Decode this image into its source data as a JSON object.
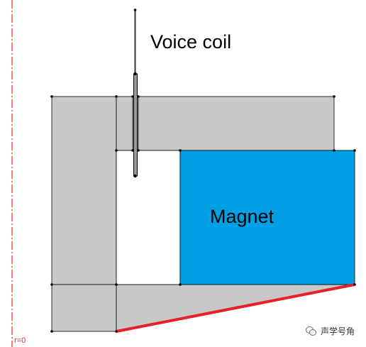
{
  "labels": {
    "voice_coil": "Voice coil",
    "magnet": "Magnet",
    "axis": "r=0"
  },
  "watermark": {
    "icon": "wechat-icon",
    "text": "声学号角"
  },
  "colors": {
    "steel": "#c8c8c8",
    "magnet": "#00a1e4",
    "boundary": "#e8202a",
    "axis": "#d62728",
    "edge": "#000000"
  }
}
